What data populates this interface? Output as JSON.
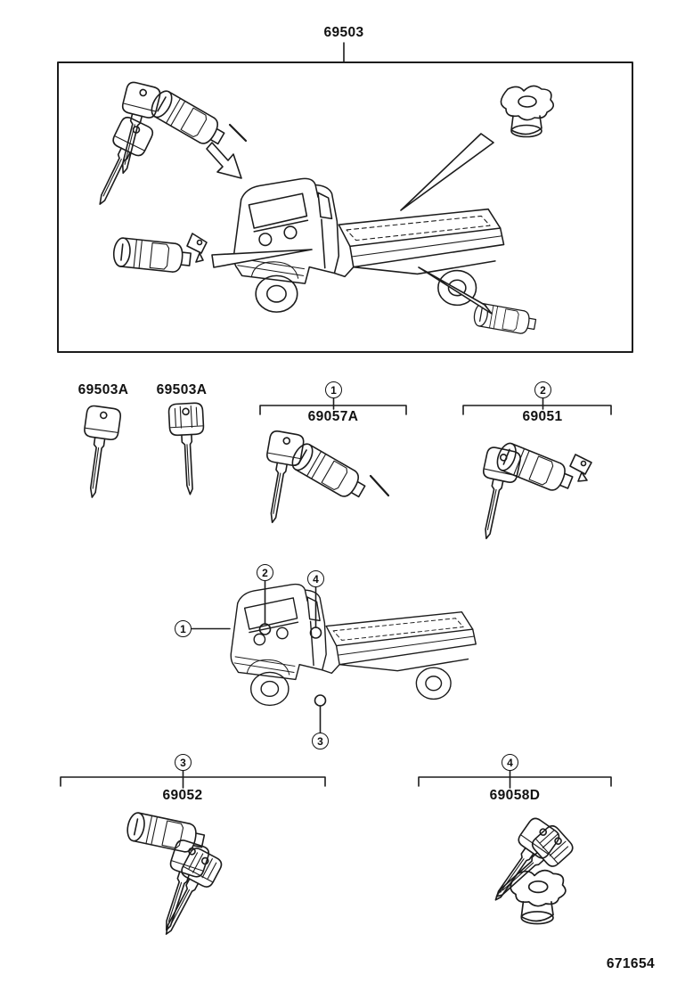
{
  "colors": {
    "ink": "#1c1c1c",
    "background": "#ffffff"
  },
  "top_assembly": {
    "part_number": "69503"
  },
  "key_labels": {
    "left": "69503A",
    "right": "69503A"
  },
  "groups": [
    {
      "callout": "1",
      "part_number": "69057A"
    },
    {
      "callout": "2",
      "part_number": "69051"
    },
    {
      "callout": "3",
      "part_number": "69052"
    },
    {
      "callout": "4",
      "part_number": "69058D"
    }
  ],
  "page": {
    "footer_code": "671654"
  }
}
